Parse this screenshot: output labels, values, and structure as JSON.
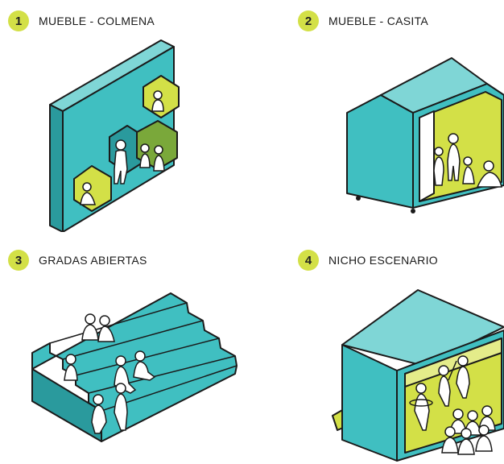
{
  "panels": [
    {
      "number": "1",
      "title": "MUEBLE - COLMENA"
    },
    {
      "number": "2",
      "title": "MUEBLE - CASITA"
    },
    {
      "number": "3",
      "title": "GRADAS ABIERTAS"
    },
    {
      "number": "4",
      "title": "NICHO ESCENARIO"
    }
  ],
  "colors": {
    "teal": "#40bfc1",
    "teal_dark": "#2a9a9d",
    "teal_light": "#7fd6d6",
    "yellow_green": "#d3e047",
    "green": "#7aa83a",
    "outline": "#1a1a1a"
  }
}
